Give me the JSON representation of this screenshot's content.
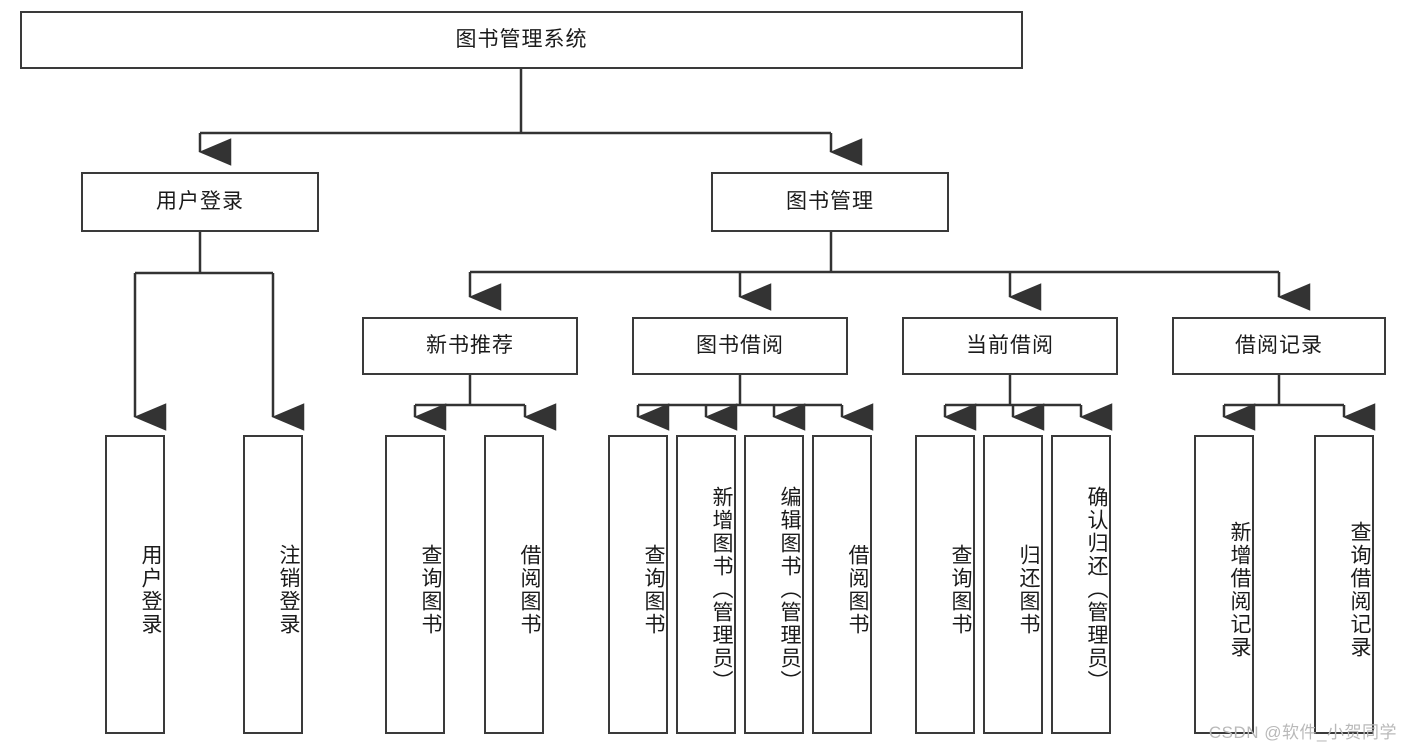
{
  "diagram": {
    "title": "图书管理系统",
    "type": "hierarchy-tree",
    "watermark": "CSDN @软件_小贺同学",
    "colors": {
      "box_border": "#3a3a3a",
      "box_fill": "#ffffff",
      "edge": "#333333",
      "text": "#1b1b1b",
      "watermark": "#b9b9b9"
    },
    "nodes": {
      "root": {
        "label": "图书管理系统",
        "level": 1,
        "orientation": "horizontal"
      },
      "l2": [
        {
          "id": "user-login",
          "label": "用户登录",
          "level": 2,
          "orientation": "horizontal"
        },
        {
          "id": "book-manage",
          "label": "图书管理",
          "level": 2,
          "orientation": "horizontal"
        }
      ],
      "l3": [
        {
          "id": "new-book-rec",
          "label": "新书推荐",
          "level": 3,
          "orientation": "horizontal"
        },
        {
          "id": "book-borrow",
          "label": "图书借阅",
          "level": 3,
          "orientation": "horizontal"
        },
        {
          "id": "current-borrow",
          "label": "当前借阅",
          "level": 3,
          "orientation": "horizontal"
        },
        {
          "id": "borrow-record",
          "label": "借阅记录",
          "level": 3,
          "orientation": "horizontal"
        }
      ],
      "leaves": {
        "user_login": [
          {
            "id": "leaf-user-login",
            "label": "用户登录"
          },
          {
            "id": "leaf-logout",
            "label": "注销登录"
          }
        ],
        "new_book_rec": [
          {
            "id": "leaf-query-book-1",
            "label": "查询图书"
          },
          {
            "id": "leaf-borrow-book-1",
            "label": "借阅图书"
          }
        ],
        "book_borrow": [
          {
            "id": "leaf-query-book-2",
            "label": "查询图书"
          },
          {
            "id": "leaf-add-book",
            "label": "新增图书（管理员）"
          },
          {
            "id": "leaf-edit-book",
            "label": "编辑图书（管理员）"
          },
          {
            "id": "leaf-borrow-book-2",
            "label": "借阅图书"
          }
        ],
        "current_borrow": [
          {
            "id": "leaf-query-book-3",
            "label": "查询图书"
          },
          {
            "id": "leaf-return-book",
            "label": "归还图书"
          },
          {
            "id": "leaf-confirm-return",
            "label": "确认归还（管理员）"
          }
        ],
        "borrow_record": [
          {
            "id": "leaf-add-record",
            "label": "新增借阅记录"
          },
          {
            "id": "leaf-query-record",
            "label": "查询借阅记录"
          }
        ]
      }
    }
  }
}
